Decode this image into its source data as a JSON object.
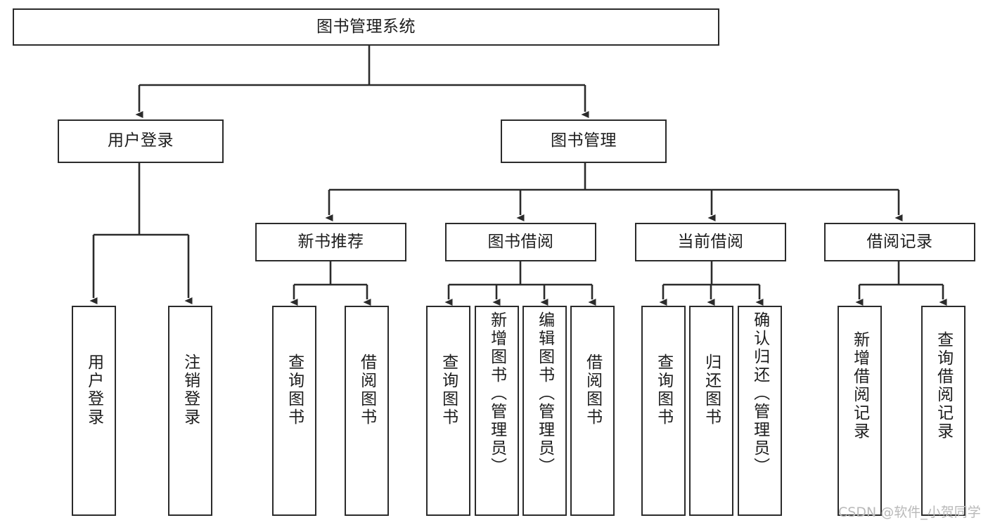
{
  "diagram": {
    "type": "tree-hierarchy",
    "title": "图书管理系统",
    "root": {
      "id": "root",
      "label": "图书管理系统",
      "orientation": "horizontal"
    },
    "level2": [
      {
        "id": "user-login",
        "label": "用户登录",
        "orientation": "horizontal"
      },
      {
        "id": "book-management",
        "label": "图书管理",
        "orientation": "horizontal"
      }
    ],
    "level3": [
      {
        "id": "new-book-recommend",
        "label": "新书推荐",
        "orientation": "horizontal",
        "parent": "book-management"
      },
      {
        "id": "book-borrow",
        "label": "图书借阅",
        "orientation": "horizontal",
        "parent": "book-management"
      },
      {
        "id": "current-borrow",
        "label": "当前借阅",
        "orientation": "horizontal",
        "parent": "book-management"
      },
      {
        "id": "borrow-record",
        "label": "借阅记录",
        "orientation": "horizontal",
        "parent": "book-management"
      }
    ],
    "leaves": [
      {
        "id": "leaf-user-login",
        "label": "用户登录",
        "parent": "user-login"
      },
      {
        "id": "leaf-logout",
        "label": "注销登录",
        "parent": "user-login"
      },
      {
        "id": "leaf-query-book-1",
        "label": "查询图书",
        "parent": "new-book-recommend"
      },
      {
        "id": "leaf-borrow-book-1",
        "label": "借阅图书",
        "parent": "new-book-recommend"
      },
      {
        "id": "leaf-query-book-2",
        "label": "查询图书",
        "parent": "book-borrow"
      },
      {
        "id": "leaf-add-book",
        "label": "新增图书（管理员）",
        "parent": "book-borrow"
      },
      {
        "id": "leaf-edit-book",
        "label": "编辑图书（管理员）",
        "parent": "book-borrow"
      },
      {
        "id": "leaf-borrow-book-2",
        "label": "借阅图书",
        "parent": "book-borrow"
      },
      {
        "id": "leaf-query-book-3",
        "label": "查询图书",
        "parent": "current-borrow"
      },
      {
        "id": "leaf-return-book",
        "label": "归还图书",
        "parent": "current-borrow"
      },
      {
        "id": "leaf-confirm-return",
        "label": "确认归还（管理员）",
        "parent": "current-borrow"
      },
      {
        "id": "leaf-add-record",
        "label": "新增借阅记录",
        "parent": "borrow-record"
      },
      {
        "id": "leaf-query-record",
        "label": "查询借阅记录",
        "parent": "borrow-record"
      }
    ]
  },
  "watermark": {
    "text": "CSDN @软件_小贺同学"
  },
  "colors": {
    "border": "#2b2b2b",
    "background": "#ffffff",
    "text": "#1d1d1d",
    "watermark": "#b9b9b9"
  }
}
